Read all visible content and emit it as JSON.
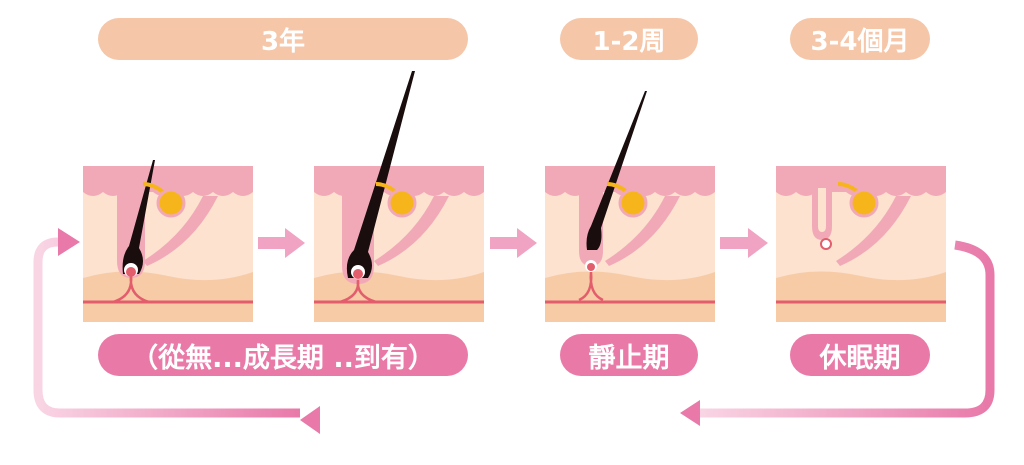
{
  "durations": {
    "growth": "3年",
    "regression": "1-2周",
    "resting": "3-4個月"
  },
  "phases": {
    "growth": "（從無...成長期 ..到有）",
    "regression": "靜止期",
    "resting": "休眠期"
  },
  "colors": {
    "duration_pill": "#f5c6a8",
    "phase_pill": "#e97aa8",
    "skin": "#fce2cf",
    "epidermis": "#f2a9b7",
    "hair": "#1a0d0d",
    "gland": "#f7b51c"
  }
}
